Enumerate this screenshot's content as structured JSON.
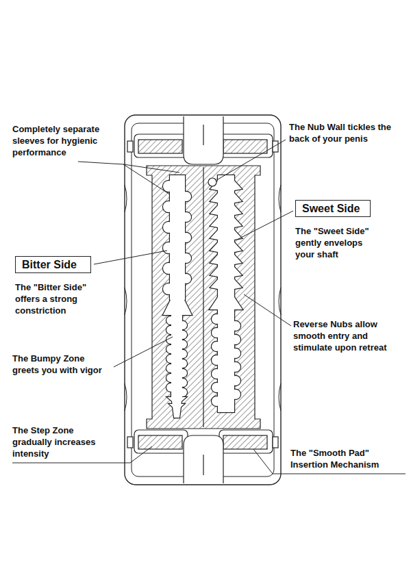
{
  "diagram": {
    "nodes": [
      {
        "text": [
          "Sweet Side",
          "The \"Sweet Side\" gently envelops your shaft"
        ]
      },
      {
        "text": [
          "Bitter Side",
          "The \"Bitter Side\" offers a strong constriction"
        ]
      }
    ],
    "labels": [
      "Completely separate sleeves for hygienic performance",
      "The Nub Wall tickles the back of your penis",
      "Reverse Nubs allow smooth entry and stimulate upon retreat",
      "The Bumpy Zone greets you with vigor",
      "The Step Zone gradually increases intensity",
      "The \"Smooth Pad\" Insertion Mechanism"
    ]
  }
}
